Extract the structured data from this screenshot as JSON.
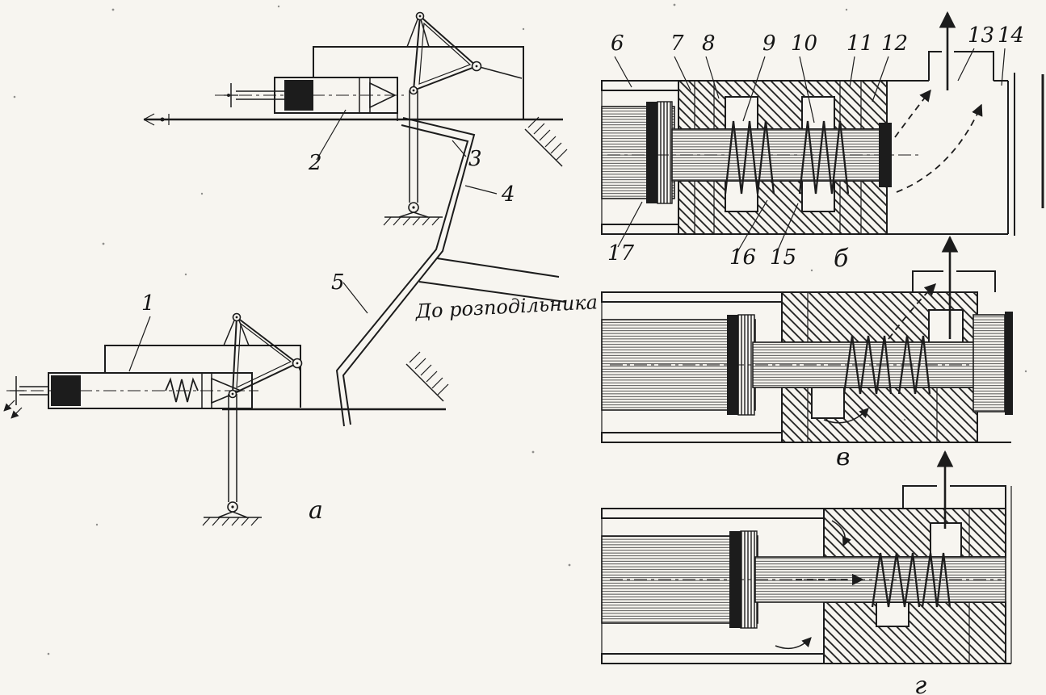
{
  "colors": {
    "paper": "#f7f5f0",
    "ink": "#1c1c1c"
  },
  "schematic": {
    "caption": "а",
    "annotation": "До розподільника",
    "parts": [
      "1",
      "2",
      "3",
      "4",
      "5"
    ]
  },
  "sections": {
    "top": {
      "caption": "б",
      "labels_top": [
        "6",
        "7",
        "8",
        "9",
        "10",
        "11",
        "12",
        "13",
        "14"
      ],
      "labels_bottom": [
        "17",
        "16",
        "15"
      ]
    },
    "middle": {
      "caption": "в"
    },
    "bottom": {
      "caption": "г"
    }
  }
}
